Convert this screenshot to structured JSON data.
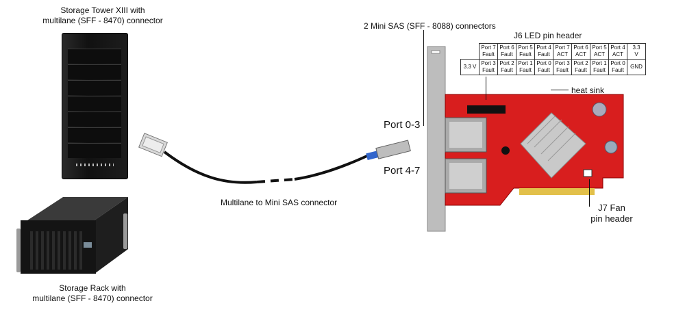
{
  "labels": {
    "tower": "Storage Tower XIII with\nmultilane (SFF - 8470) connector",
    "rack": "Storage Rack with\nmultilane (SFF - 8470) connector",
    "cable": "Multilane to Mini SAS connector",
    "mini_sas": "2 Mini SAS (SFF - 8088) connectors",
    "j6": "J6 LED pin header",
    "heat_sink": "heat sink",
    "j7": "J7 Fan\npin header",
    "port_0_3": "Port 0-3",
    "port_4_7": "Port 4-7"
  },
  "j6_table": {
    "row1": [
      "",
      "Port 7\nFault",
      "Port 6\nFault",
      "Port 5\nFault",
      "Port 4\nFault",
      "Port 7\nACT",
      "Port 6\nACT",
      "Port 5\nACT",
      "Port 4\nACT",
      "3.3\nV"
    ],
    "row2": [
      "3.3 V",
      "Port 3\nFault",
      "Port 2\nFault",
      "Port 1\nFault",
      "Port 0\nFault",
      "Port 3\nFault",
      "Port 2\nFault",
      "Port 1\nFault",
      "Port 0\nFault",
      "GND"
    ]
  },
  "colors": {
    "pcb": "#d81e1e",
    "heatsink": "#c9c9c9",
    "bracket": "#bdbdbd"
  }
}
